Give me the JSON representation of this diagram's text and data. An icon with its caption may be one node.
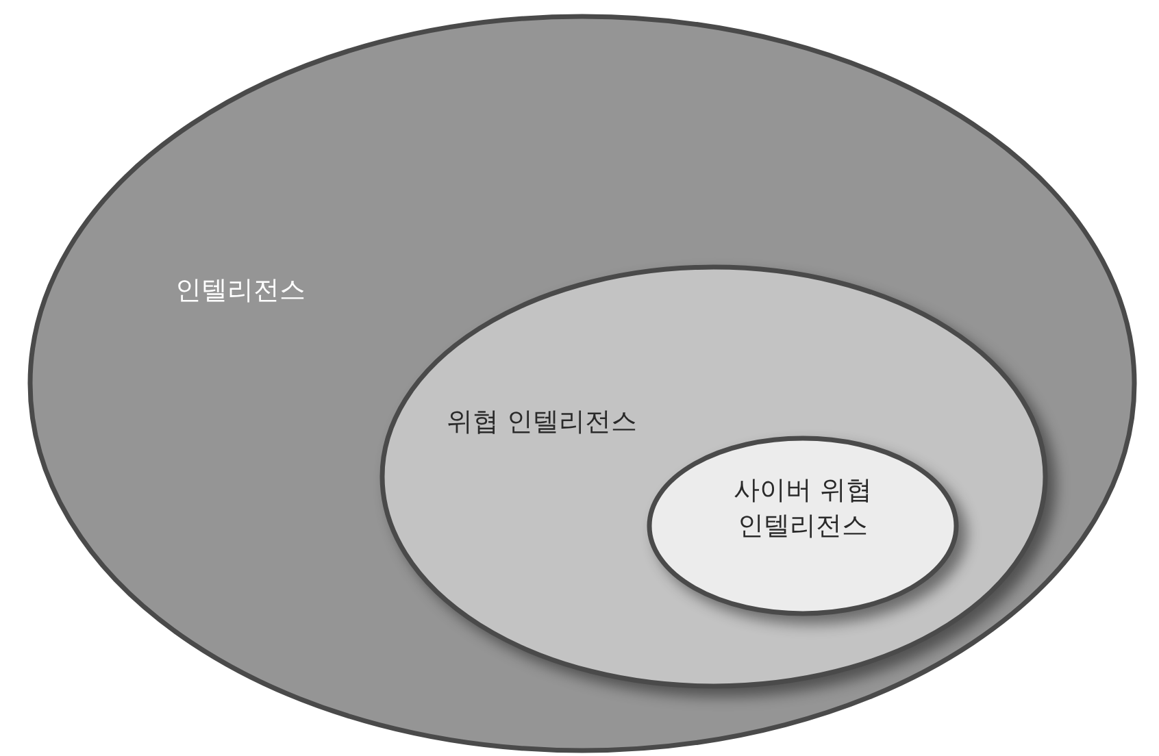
{
  "diagram": {
    "nodes": [
      {
        "text": [
          "인텔리전스"
        ]
      },
      {
        "text": [
          "위협 인텔리전스"
        ],
        "in": 0
      },
      {
        "text": [
          "사이버 위협 인텔리전스"
        ],
        "in": 1
      }
    ]
  }
}
